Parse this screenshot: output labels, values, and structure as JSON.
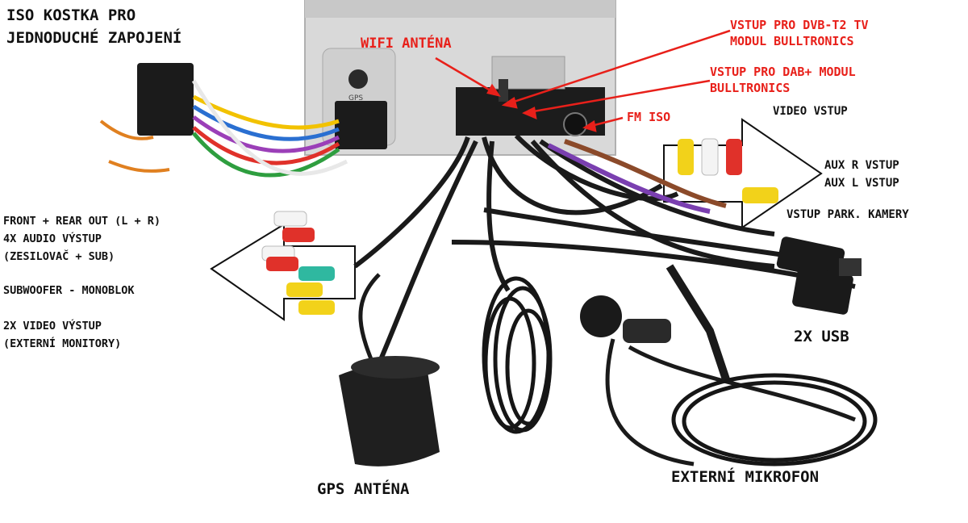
{
  "colors": {
    "label_black": "#111111",
    "label_red": "#e8201a",
    "unit_silver": "#d9d9d9",
    "cable_black": "#1a1a1a",
    "rca_red": "#e0312a",
    "rca_yellow": "#f2d21a",
    "rca_green": "#2fb8a0",
    "rca_white": "#f4f4f4"
  },
  "unit": {
    "gps_port_label": "GPS"
  },
  "labels": {
    "iso_line1": "ISO KOSTKA PRO",
    "iso_line2": "JEDNODUCHÉ ZAPOJENÍ",
    "wifi": "WIFI ANTÉNA",
    "dvb_line1": "VSTUP PRO DVB-T2 TV",
    "dvb_line2": "MODUL BULLTRONICS",
    "dab_line1": "VSTUP PRO DAB+ MODUL",
    "dab_line2": "BULLTRONICS",
    "fm_iso": "FM ISO",
    "video_in": "VIDEO VSTUP",
    "aux_r": "AUX R VSTUP",
    "aux_l": "AUX L VSTUP",
    "park_cam": "VSTUP PARK. KAMERY",
    "out_line1": "FRONT + REAR OUT (L + R)",
    "out_line2": "4X AUDIO VÝSTUP",
    "out_line3": "(ZESILOVAČ + SUB)",
    "sub": "SUBWOOFER - MONOBLOK",
    "video_out_line1": "2X VIDEO VÝSTUP",
    "video_out_line2": "(EXTERNÍ MONITORY)",
    "usb": "2X USB",
    "gps": "GPS ANTÉNA",
    "mic": "EXTERNÍ MIKROFON"
  }
}
